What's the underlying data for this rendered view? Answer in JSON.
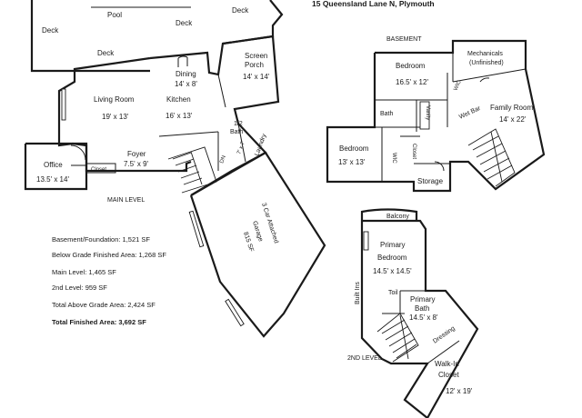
{
  "title": "15 Queensland Lane N, Plymouth",
  "levels": {
    "main": "MAIN LEVEL",
    "basement": "BASEMENT",
    "second": "2ND LEVEL"
  },
  "rooms": {
    "pool": "Pool",
    "deck_top_left": "Deck",
    "deck_top_mid": "Deck",
    "deck_top_right": "Deck",
    "deck_lower": "Deck",
    "dining": "Dining",
    "dining_size": "14' x 8'",
    "screen_porch": "Screen",
    "screen_porch_2": "Porch",
    "screen_porch_size": "14' x 14'",
    "living_room": "Living Room",
    "living_room_size": "19' x 13'",
    "kitchen": "Kitchen",
    "kitchen_size": "16' x 13'",
    "half_bath": "1/2",
    "half_bath_2": "Bath",
    "half_bath_size": "7' x 7'",
    "laundry": "Laundry",
    "foyer": "Foyer",
    "foyer_size": "7.5' x 9'",
    "office": "Office",
    "office_size": "13.5' x 14'",
    "closet_main": "Closet",
    "dn": "DN",
    "garage_1": "3 Car Attached",
    "garage_2": "Garage",
    "garage_3": "815 SF",
    "bsmt_bedroom1": "Bedroom",
    "bsmt_bedroom1_size": "16.5' x 12'",
    "mechanicals": "Mechanicals",
    "mechanicals_2": "(Unfinished)",
    "wic_1": "WIC",
    "wet_bar": "Wet Bar",
    "family_room": "Family Room",
    "family_room_size": "14' x 22'",
    "bath_bsmt": "Bath",
    "vanity": "Vanity",
    "bsmt_bedroom2": "Bedroom",
    "bsmt_bedroom2_size": "13' x 13'",
    "wic_2": "WIC",
    "closet_bsmt": "Closet",
    "storage": "Storage",
    "balcony": "Balcony",
    "primary_bedroom": "Primary",
    "primary_bedroom_2": "Bedroom",
    "primary_bedroom_size": "14.5' x 14.5'",
    "built_ins": "Built Ins",
    "toil": "Toil",
    "primary_bath": "Primary",
    "primary_bath_2": "Bath",
    "primary_bath_size": "14.5' x 8'",
    "dressing": "Dressing",
    "walkin_closet": "Walk-In",
    "walkin_closet_2": "Closet",
    "walkin_closet_size": "12' x 19'"
  },
  "summary": {
    "basement_foundation": "Basement/Foundation: 1,521 SF",
    "below_grade": "Below Grade Finished Area: 1,268 SF",
    "main_level": "Main Level: 1,465 SF",
    "second_level": "2nd Level: 959 SF",
    "total_above": "Total Above Grade Area: 2,424 SF",
    "total_finished": "Total Finished Area: 3,692 SF"
  }
}
